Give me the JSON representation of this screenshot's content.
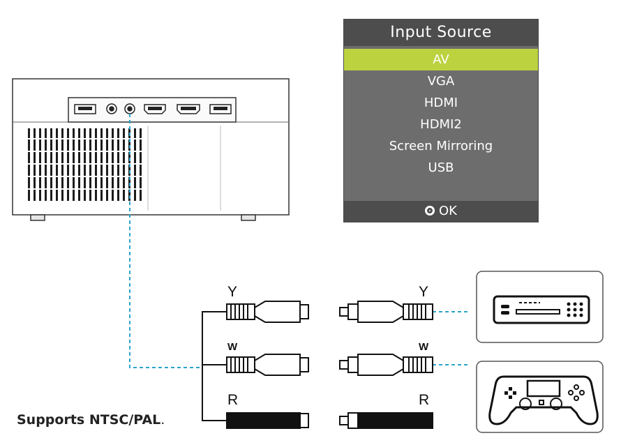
{
  "input_source_menu": {
    "title": "Input Source",
    "items": [
      {
        "label": "AV",
        "selected": true
      },
      {
        "label": "VGA",
        "selected": false
      },
      {
        "label": "HDMI",
        "selected": false
      },
      {
        "label": "HDMI2",
        "selected": false
      },
      {
        "label": "Screen Mirroring",
        "selected": false
      },
      {
        "label": "USB",
        "selected": false
      }
    ],
    "footer_icon": "ok-circle-icon",
    "footer_label": "OK",
    "colors": {
      "highlight": "#bcd23f",
      "panel": "#6d6d6d",
      "bar": "#4d4d4d"
    }
  },
  "cables": {
    "left_labels": {
      "yellow": "Y",
      "white": "W",
      "red": "R"
    },
    "right_labels": {
      "yellow": "Y",
      "white": "W",
      "red": "R"
    },
    "connection_line_color": "#2aa3c9"
  },
  "devices": [
    "dvd-player-icon",
    "game-controller-icon"
  ],
  "caption": {
    "text": "Supports NTSC/PAL",
    "suffix": "."
  }
}
